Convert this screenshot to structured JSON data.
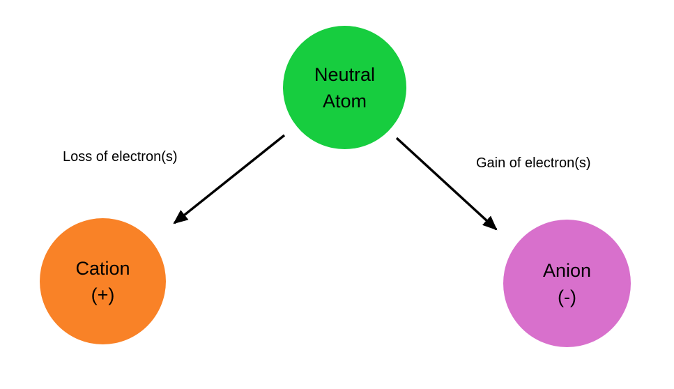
{
  "diagram": {
    "background": "#ffffff",
    "text_color": "#000000",
    "arrow_color": "#000000",
    "nodes": [
      {
        "id": "neutral-atom",
        "line1": "Neutral",
        "line2": "Atom",
        "color": "#17cd3f"
      },
      {
        "id": "cation",
        "line1": "Cation",
        "line2": "(+)",
        "color": "#f98227"
      },
      {
        "id": "anion",
        "line1": "Anion",
        "line2": "(-)",
        "color": "#d870cc"
      }
    ],
    "edges": [
      {
        "id": "loss-of-electrons",
        "label": "Loss of electron(s)",
        "from": "neutral-atom",
        "to": "cation"
      },
      {
        "id": "gain-of-electrons",
        "label": "Gain of electron(s)",
        "from": "neutral-atom",
        "to": "anion"
      }
    ]
  }
}
